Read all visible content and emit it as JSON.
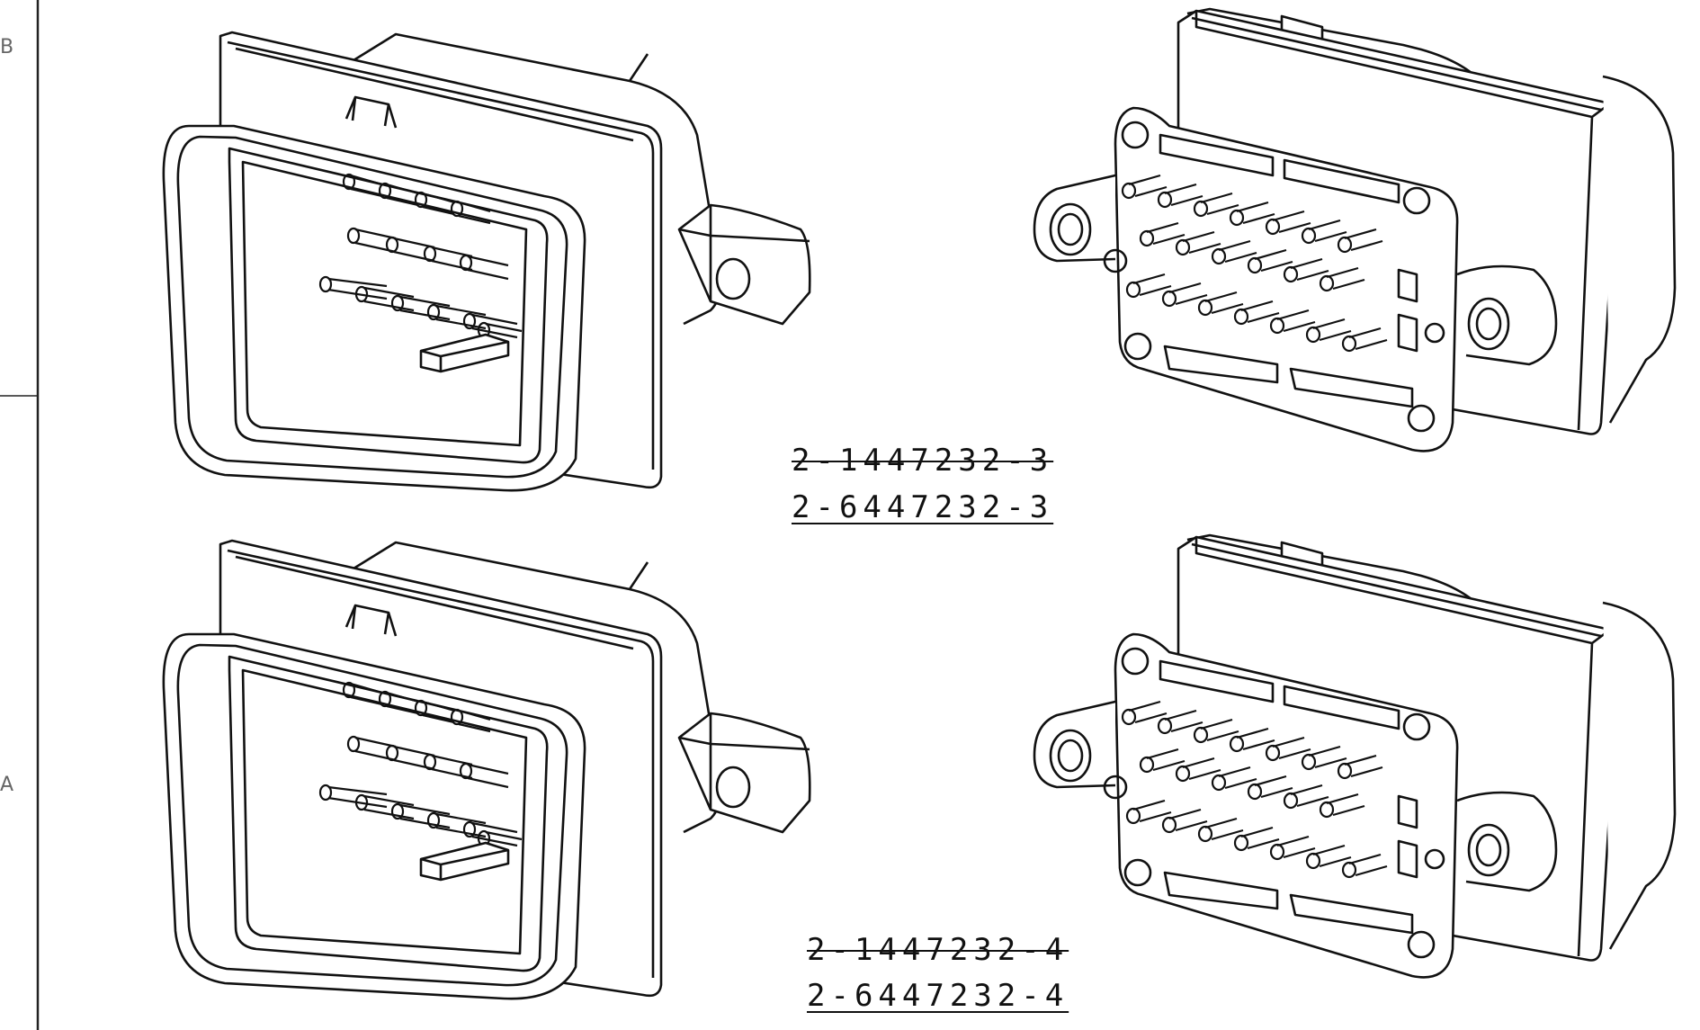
{
  "zones": {
    "b": "B",
    "a": "A"
  },
  "callouts": {
    "top": {
      "superseded": "2-1447232-3",
      "current": "2-6447232-3"
    },
    "bottom": {
      "superseded": "2-1447232-4",
      "current": "2-6447232-4"
    }
  },
  "views": [
    {
      "name": "front-view",
      "variant": "-3"
    },
    {
      "name": "rear-view",
      "variant": "-3"
    },
    {
      "name": "front-view",
      "variant": "-4"
    },
    {
      "name": "rear-view",
      "variant": "-4"
    }
  ],
  "colors": {
    "line": "#111111",
    "border": "#222222",
    "background": "#ffffff"
  }
}
